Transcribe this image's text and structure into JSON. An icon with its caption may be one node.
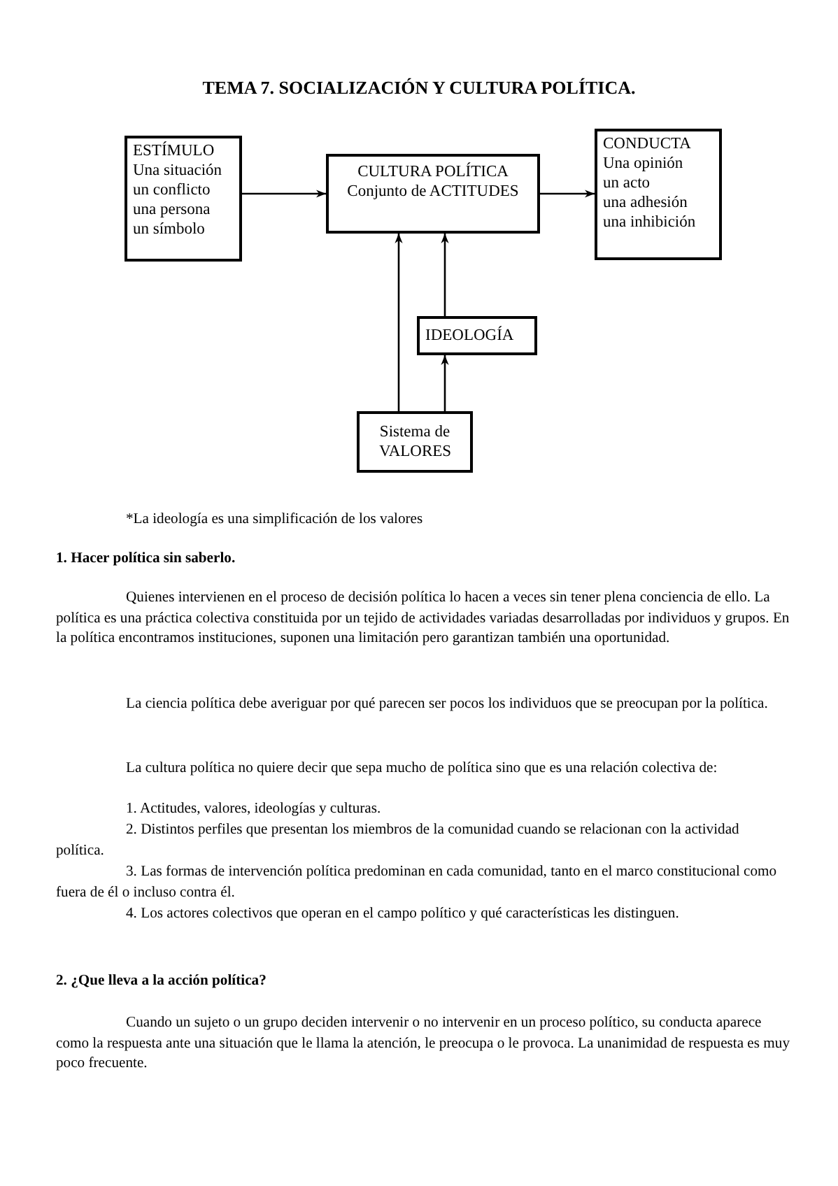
{
  "diagram": {
    "title": "TEMA 7. SOCIALIZACIÓN Y CULTURA POLÍTICA.",
    "nodes": [
      {
        "text": [
          "ESTÍMULO",
          "Una situación",
          "un conflicto",
          "una persona",
          "un símbolo"
        ]
      },
      {
        "text": [
          "CULTURA POLÍTICA",
          "Conjunto de ACTITUDES"
        ]
      },
      {
        "text": [
          "CONDUCTA",
          "Una opinión",
          "un acto",
          "una adhesión",
          "una inhibición"
        ]
      },
      {
        "text": [
          "IDEOLOGÍA"
        ]
      },
      {
        "text": [
          "Sistema de VALORES"
        ]
      }
    ],
    "edges": [
      {
        "from": 0,
        "to": 1,
        "arrow": "to"
      },
      {
        "from": 1,
        "to": 2,
        "arrow": "to"
      },
      {
        "from": 4,
        "to": 1,
        "arrow": "to"
      },
      {
        "from": 4,
        "to": 3,
        "arrow": "to"
      },
      {
        "from": 3,
        "to": 1,
        "arrow": "to"
      }
    ],
    "labels": [
      "*La ideología es una simplificación de los valores",
      "1. Hacer política sin saberlo.",
      "Quienes intervienen en el proceso de decisión política lo hacen a veces sin tener plena conciencia de ello. La política es una práctica colectiva constituida por un tejido de actividades variadas desarrolladas por individuos y grupos. En la política encontramos instituciones, suponen una limitación pero garantizan también una oportunidad.",
      "La ciencia política debe averiguar por qué parecen ser pocos los individuos que se preocupan por la política.",
      "La cultura política no quiere decir que sepa mucho de política sino que es una relación colectiva de:",
      "1. Actitudes, valores, ideologías y culturas.",
      "2. Distintos perfiles que presentan los miembros de la comunidad cuando se relacionan con la actividad política.",
      "3. Las formas de intervención política predominan en cada comunidad, tanto en el marco constitucional como fuera de él o incluso contra él.",
      "4. Los actores colectivos que operan en el campo político y qué características les distinguen.",
      "2. ¿Que lleva a la acción política?",
      "Cuando un sujeto o un grupo deciden intervenir o no intervenir en un proceso político, su conducta aparece como la respuesta ante una situación que le llama la atención, le preocupa o le provoca. La unanimidad de respuesta es muy poco frecuente."
    ]
  }
}
